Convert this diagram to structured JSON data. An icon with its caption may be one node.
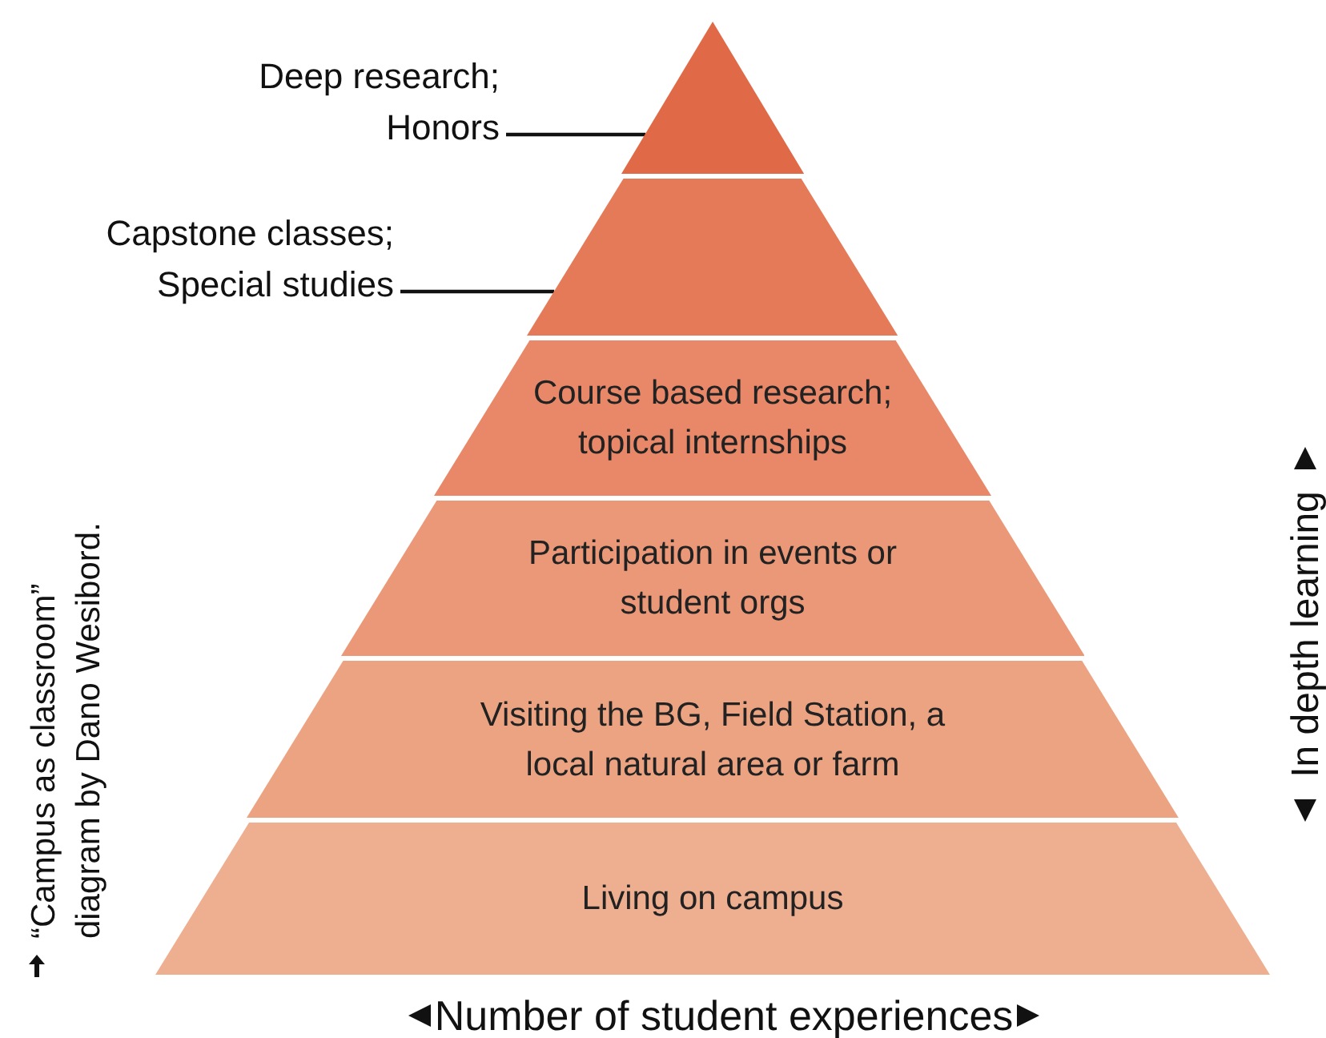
{
  "diagram": {
    "nodes": [
      {
        "text": [
          "Deep research; Honors"
        ]
      },
      {
        "text": [],
        "shape": "triangle"
      },
      {
        "text": [
          "Capstone classes; Special studies"
        ]
      },
      {
        "text": [],
        "shape": "trapezoid"
      },
      {
        "text": [
          "Course based research; topical internships"
        ]
      },
      {
        "text": [
          "Participation in events or student orgs"
        ]
      },
      {
        "text": [
          "Visiting the BG, Field Station, a local natural area or farm"
        ]
      },
      {
        "text": [
          "Living on campus"
        ]
      }
    ],
    "edges": [
      {
        "from": 0,
        "to": 1,
        "arrow": "none"
      },
      {
        "from": 2,
        "to": 3,
        "arrow": "none"
      }
    ],
    "labels": [
      "“Campus as classroom” diagram by Dano Wesibord.",
      "In depth learning",
      "Number of student experiences"
    ]
  }
}
